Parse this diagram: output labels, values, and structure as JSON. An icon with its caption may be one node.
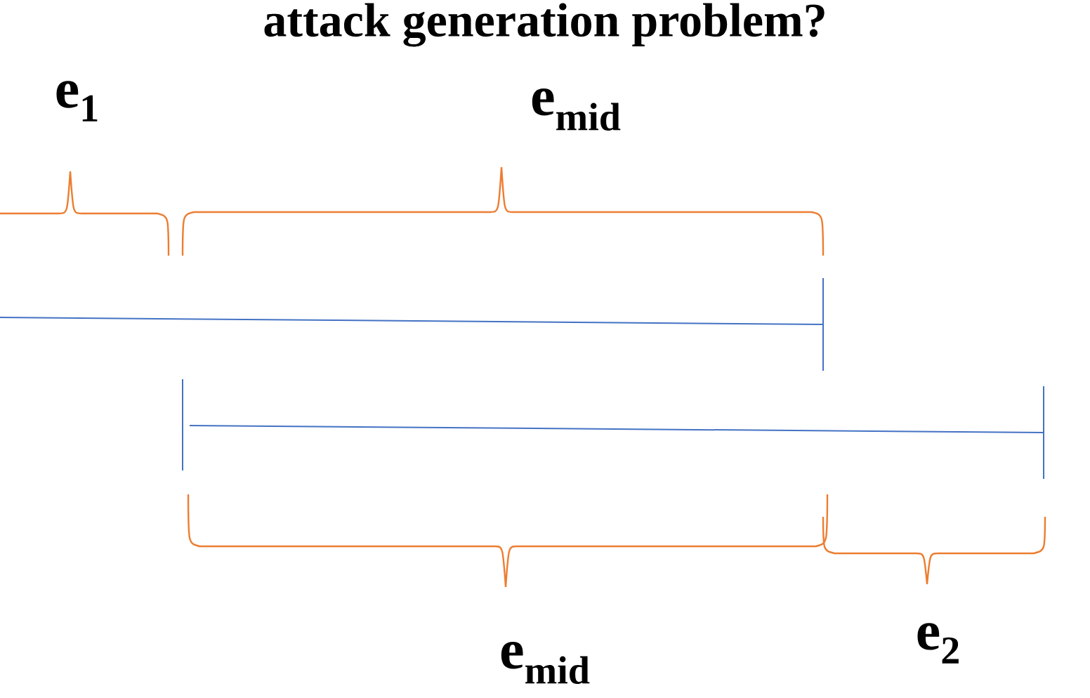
{
  "diagram": {
    "title": "attack generation problem?",
    "labels": [
      "e$_{1}$",
      "e$_{mid}$",
      "e$_{mid}$",
      "e$_{2}$"
    ]
  }
}
